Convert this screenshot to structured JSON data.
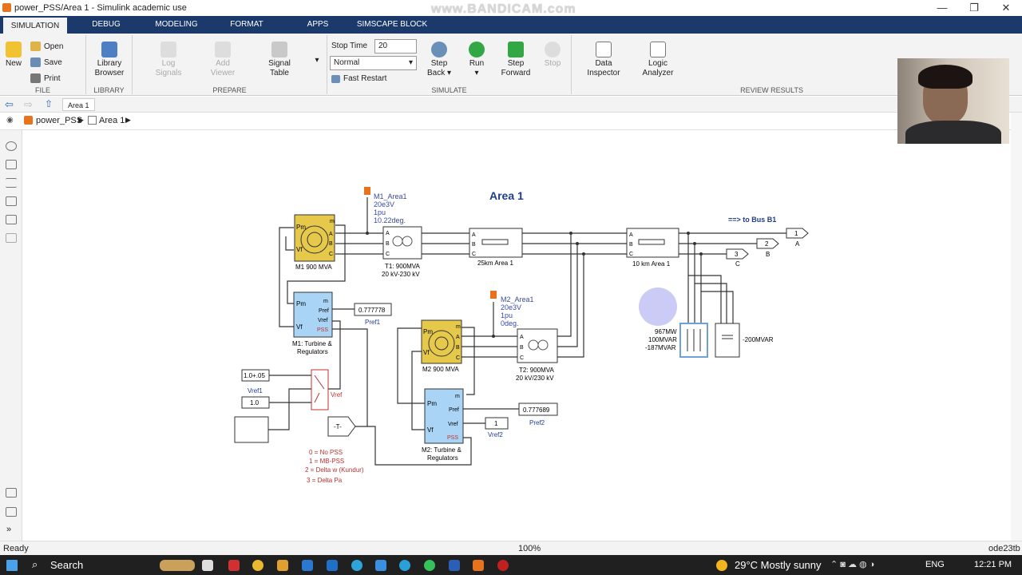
{
  "window": {
    "title": "power_PSS/Area 1 - Simulink academic use",
    "watermark": "www.BANDICAM.com",
    "minimize": "—",
    "maximize": "❐",
    "close": "✕"
  },
  "tabs": [
    "SIMULATION",
    "DEBUG",
    "MODELING",
    "FORMAT",
    "APPS",
    "SIMSCAPE BLOCK"
  ],
  "ribbon": {
    "file": {
      "label": "FILE",
      "new": "New",
      "open": "Open",
      "save": "Save",
      "print": "Print"
    },
    "library": {
      "label": "LIBRARY",
      "library_browser_1": "Library",
      "library_browser_2": "Browser"
    },
    "prepare": {
      "label": "PREPARE",
      "log_1": "Log",
      "log_2": "Signals",
      "add_1": "Add",
      "add_2": "Viewer",
      "signal_1": "Signal",
      "signal_2": "Table"
    },
    "simulate": {
      "label": "SIMULATE",
      "stop_time_label": "Stop Time",
      "stop_time_value": "20",
      "mode_value": "Normal",
      "fast_restart": "Fast Restart",
      "step_back_1": "Step",
      "step_back_2": "Back",
      "run": "Run",
      "step_forward_1": "Step",
      "step_forward_2": "Forward",
      "stop": "Stop"
    },
    "review": {
      "label": "REVIEW RESULTS",
      "data_1": "Data",
      "data_2": "Inspector",
      "logic_1": "Logic",
      "logic_2": "Analyzer"
    }
  },
  "nav": {
    "tab": "Area 1"
  },
  "breadcrumb": {
    "root": "power_PSS",
    "child": "Area 1"
  },
  "diagram": {
    "title": "Area 1",
    "m1_measure": [
      "M1_Area1",
      "20e3V",
      "1pu",
      "10.22deg."
    ],
    "m2_measure": [
      "M2_Area1",
      "20e3V",
      "1pu",
      "0deg."
    ],
    "m1_label": "M1 900 MVA",
    "m2_label": "M2 900 MVA",
    "t1_label": [
      "T1: 900MVA",
      "20 kV-230 kV"
    ],
    "t2_label": [
      "T2: 900MVA",
      "20 kV/230 kV"
    ],
    "line1_label": "25km Area 1",
    "line2_label": "10 km Area 1",
    "bus_label": "==> to Bus B1",
    "ports": [
      {
        "num": "1",
        "name": "A"
      },
      {
        "num": "2",
        "name": "B"
      },
      {
        "num": "3",
        "name": "C"
      }
    ],
    "load_label": [
      "967MW",
      "100MVAR",
      "-187MVAR"
    ],
    "cap_label": "-200MVAR",
    "tr1_label": [
      "M1: Turbine &",
      "Regulators"
    ],
    "tr2_label": [
      "M2: Turbine &",
      "Regulators"
    ],
    "pref1_value": "0.777778",
    "pref1_label": "Pref1",
    "pref2_value": "0.777689",
    "pref2_label": "Pref2",
    "vref2_value": "1",
    "vref2_label": "Vref2",
    "vref1a_value": "1.0+.05",
    "vref1_label": "Vref1",
    "vref1b_value": "1.0",
    "switch_label": "Vref",
    "goto_label": "-T-",
    "pss_notes": [
      "0 = No PSS",
      "1 = MB-PSS",
      "2 = Delta w (Kundur)",
      "3 =  Delta Pa"
    ],
    "port_labels": {
      "pm": "Pm",
      "vf": "Vf",
      "m": "m",
      "pref": "Pref",
      "vref": "Vref",
      "pss": "PSS",
      "a": "A",
      "b": "B",
      "c": "C"
    }
  },
  "status": {
    "left": "Ready",
    "zoom": "100%",
    "solver": "ode23tb"
  },
  "taskbar": {
    "search": "Search",
    "weather": "29°C  Mostly sunny",
    "lang": "ENG",
    "time": "12:21 PM"
  },
  "colors": {
    "tabbar": "#1b3a6b",
    "machine": "#e6c84a",
    "regulator": "#a9d4f5",
    "wire": "#333333",
    "title": "#1f3c8c"
  }
}
